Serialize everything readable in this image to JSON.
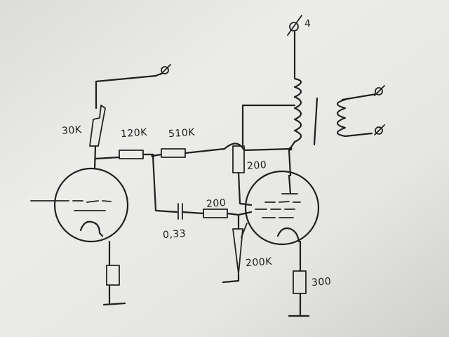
{
  "labels": {
    "r_plate_v1": "30K",
    "r_series_1": "120K",
    "r_series_2": "510K",
    "r_g2": "200",
    "cap": "0,33",
    "r_grid_stop": "200",
    "r_grid_leak": "200K",
    "r_cathode": "300",
    "b_plus": "4"
  },
  "colors": {
    "paper": "#e9e9e6",
    "ink": "#1f1f1f"
  }
}
